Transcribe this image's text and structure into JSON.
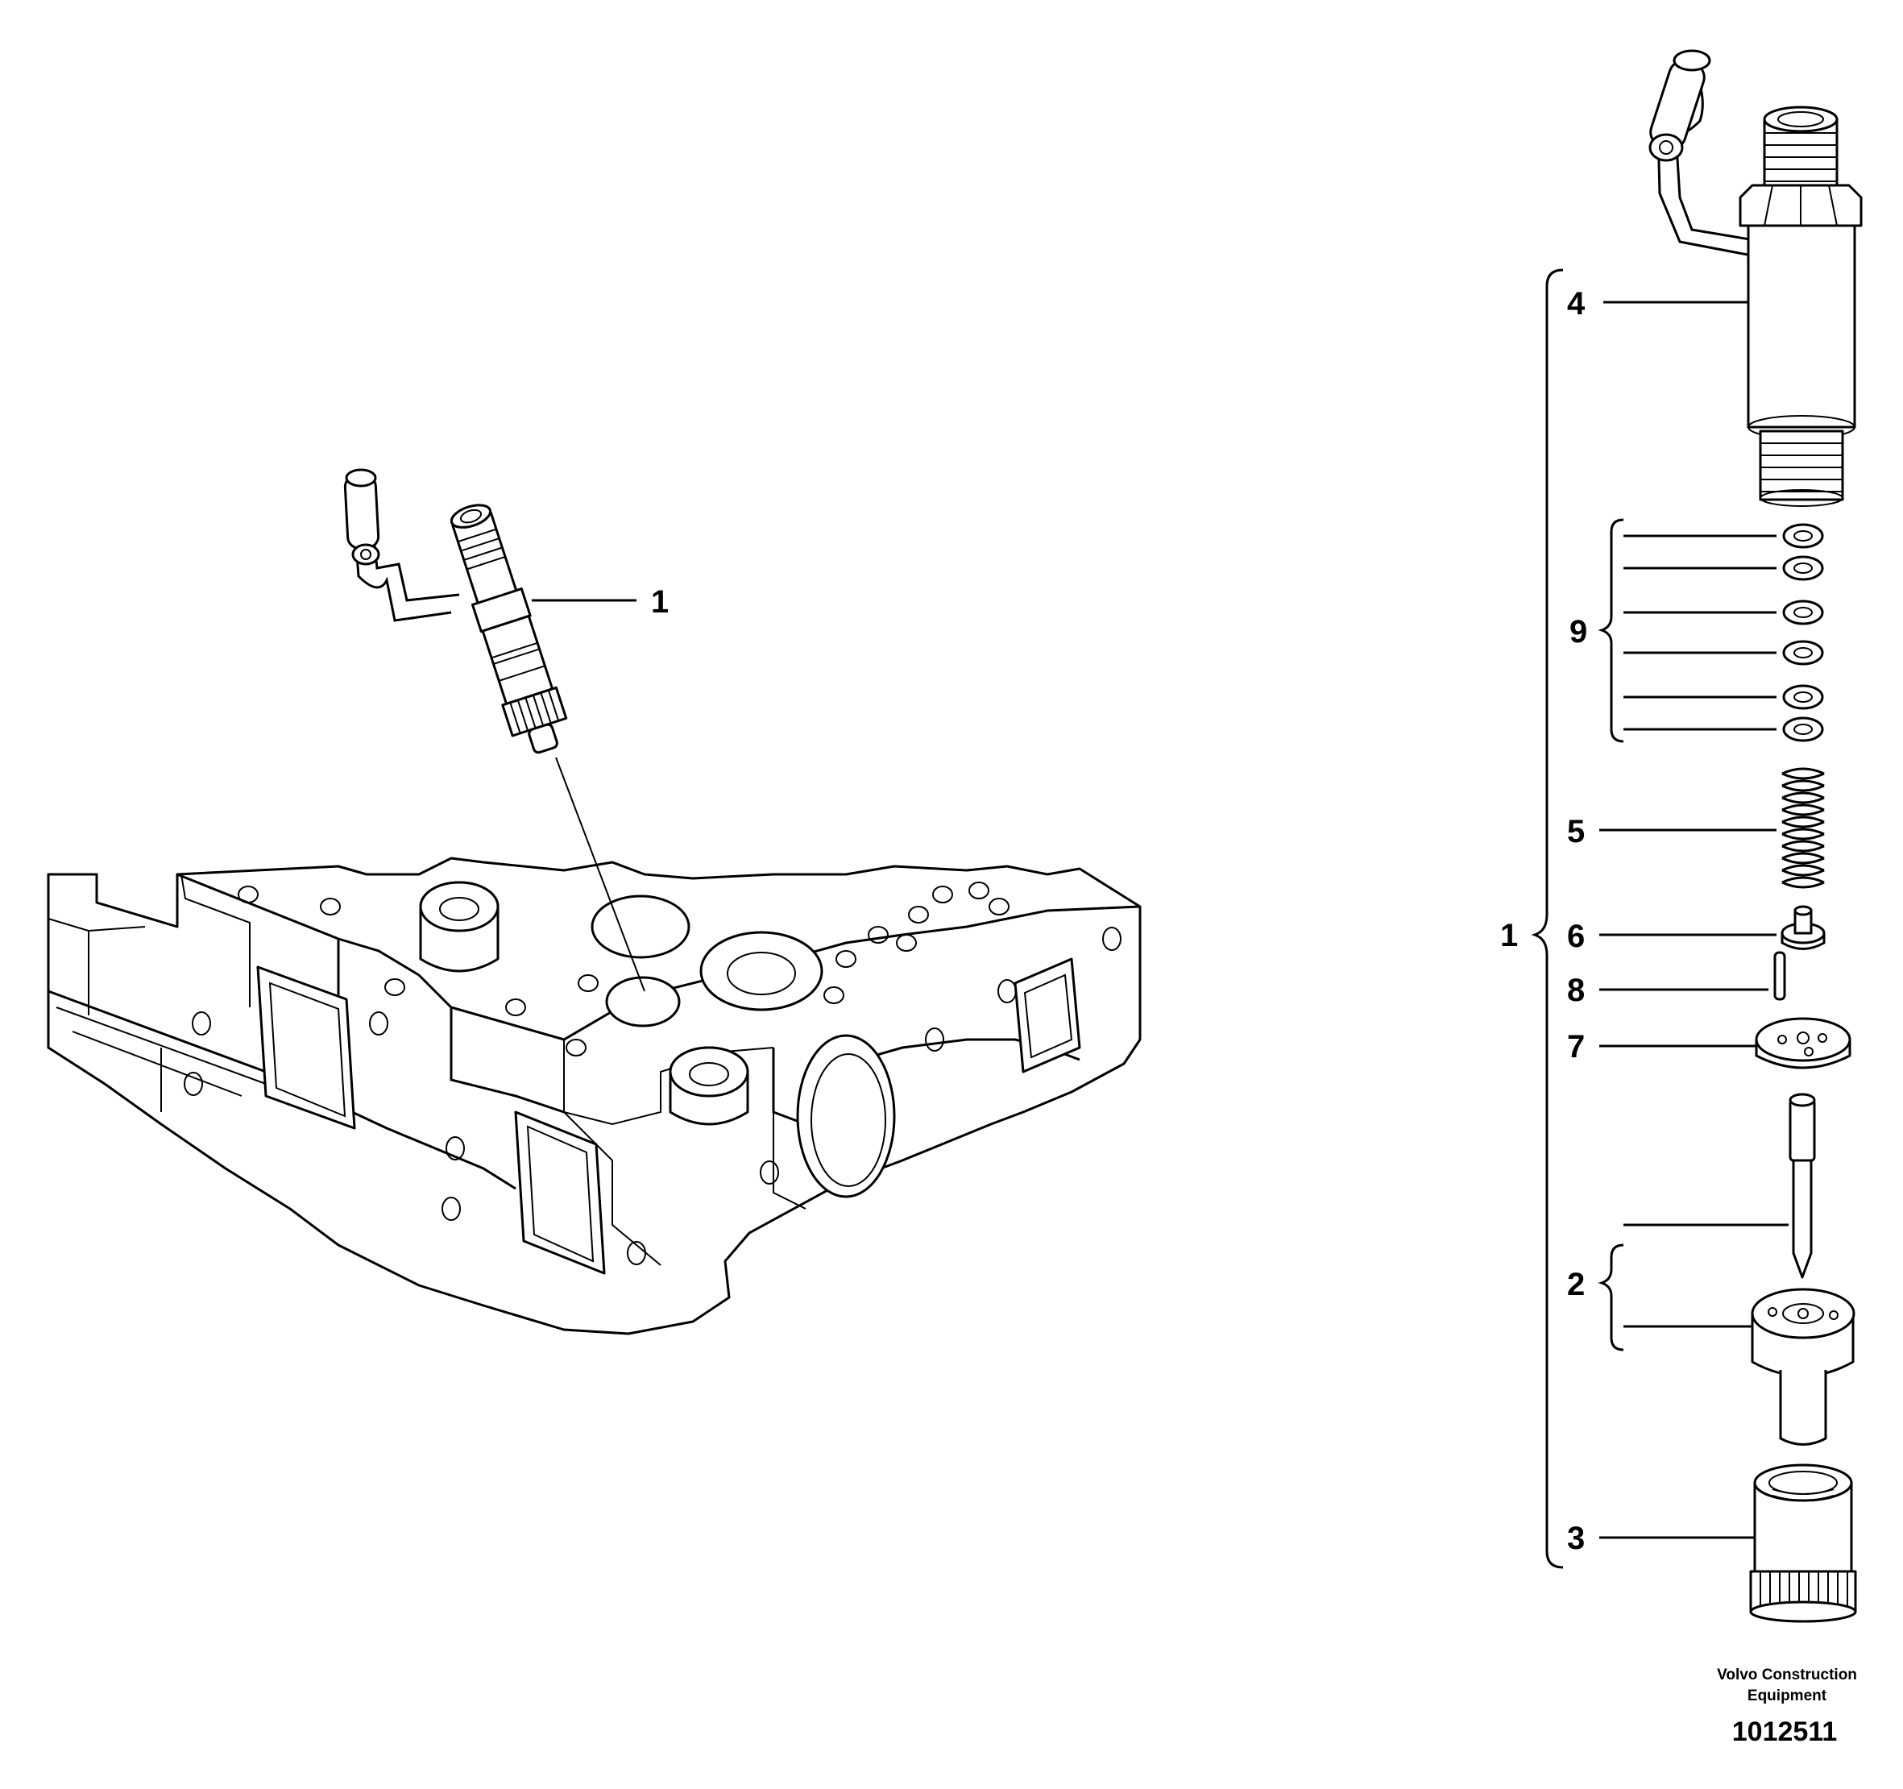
{
  "callouts": {
    "assembly_left": "1",
    "assembly_right": "1",
    "holder": "4",
    "shims": "9",
    "spring": "5",
    "pressure_pin": "6",
    "dowel_pin": "8",
    "spacer": "7",
    "nozzle": "2",
    "retaining_nut": "3"
  },
  "footer": {
    "brand_line1": "Volvo Construction",
    "brand_line2": "Equipment",
    "document_number": "1012511"
  }
}
